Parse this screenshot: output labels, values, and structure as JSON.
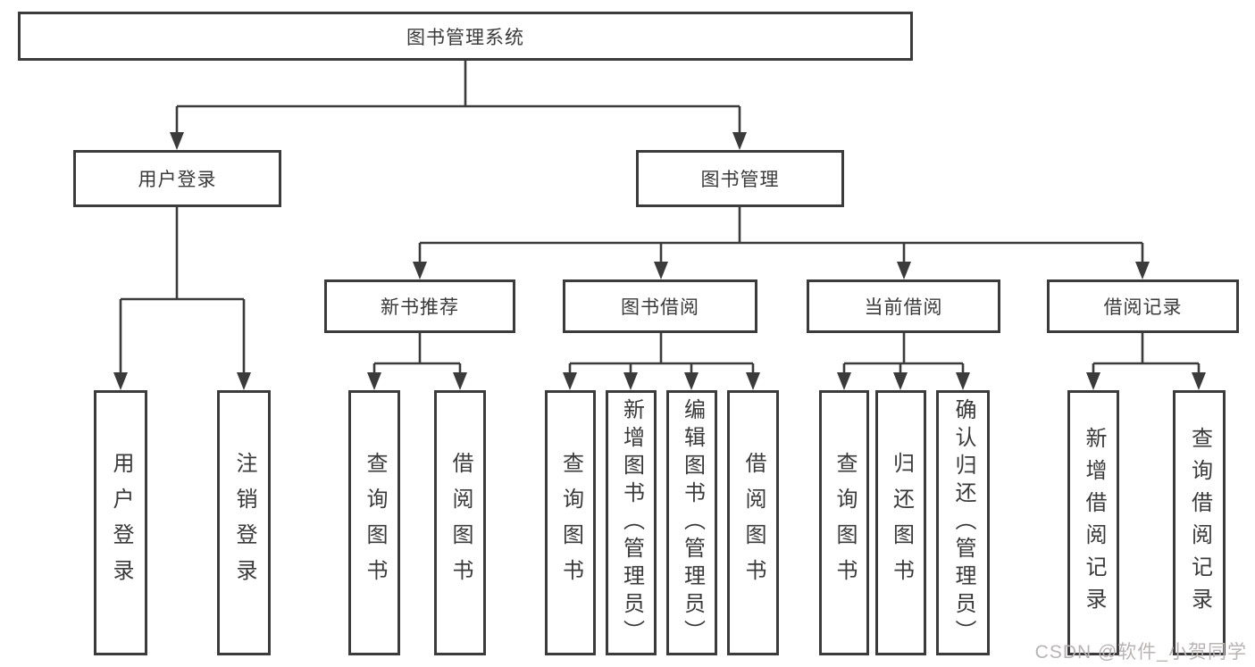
{
  "tree": {
    "root": {
      "label": "图书管理系统",
      "children": [
        {
          "label": "用户登录",
          "children": [
            {
              "label": "用户登录"
            },
            {
              "label": "注销登录"
            }
          ]
        },
        {
          "label": "图书管理",
          "children": [
            {
              "label": "新书推荐",
              "children": [
                {
                  "label": "查询图书"
                },
                {
                  "label": "借阅图书"
                }
              ]
            },
            {
              "label": "图书借阅",
              "children": [
                {
                  "label": "查询图书"
                },
                {
                  "label": "新增图书（管理员）"
                },
                {
                  "label": "编辑图书（管理员）"
                },
                {
                  "label": "借阅图书"
                }
              ]
            },
            {
              "label": "当前借阅",
              "children": [
                {
                  "label": "查询图书"
                },
                {
                  "label": "归还图书"
                },
                {
                  "label": "确认归还（管理员）"
                }
              ]
            },
            {
              "label": "借阅记录",
              "children": [
                {
                  "label": "新增借阅记录"
                },
                {
                  "label": "查询借阅记录"
                }
              ]
            }
          ]
        }
      ]
    }
  },
  "watermark": {
    "text": "CSDN @软件_小贺同学"
  },
  "colors": {
    "line": "#3b3b3b",
    "box_border": "#3b3b3b",
    "text": "#3a3a3a",
    "watermark": "#b9b3b3",
    "background": "#ffffff"
  }
}
